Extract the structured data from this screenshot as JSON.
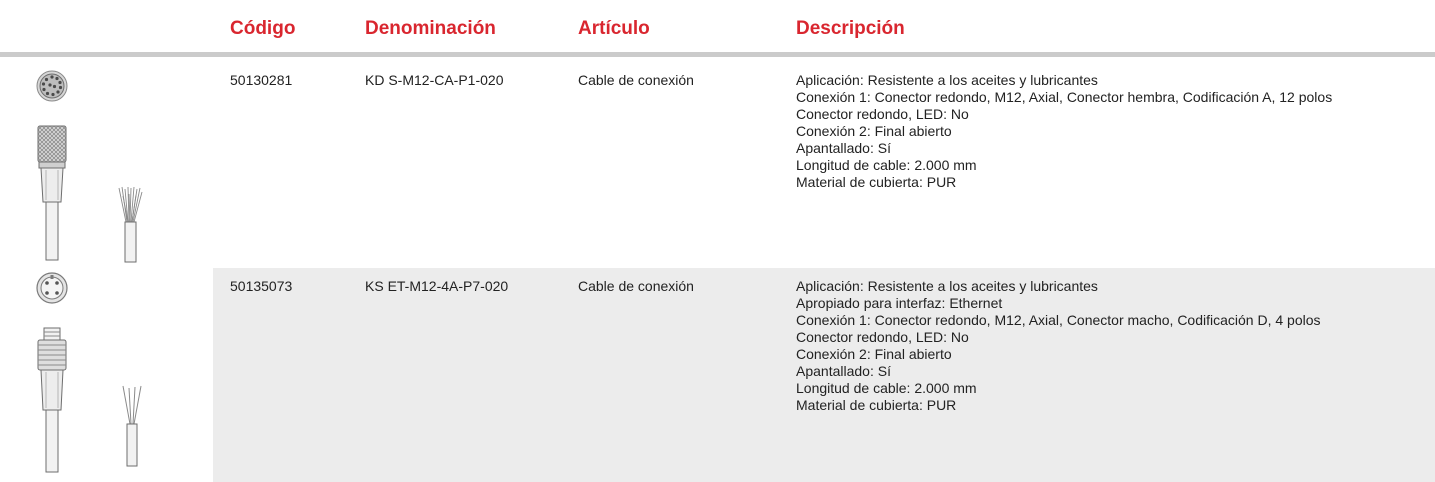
{
  "header": {
    "code": "Código",
    "name": "Denominación",
    "article": "Artículo",
    "description": "Descripción"
  },
  "colors": {
    "accent": "#d9262f",
    "rule": "#cbcbcb",
    "row_alt": "#ececec"
  },
  "rows": [
    {
      "code": "50130281",
      "name": "KD S-M12-CA-P1-020",
      "article": "Cable de conexión",
      "connector_icon": "m12-female-12pin-connector-icon",
      "cable_end_icon": "open-end-multicore-cable-icon",
      "description": [
        "Aplicación: Resistente a los aceites y lubricantes",
        "Conexión 1: Conector redondo, M12, Axial, Conector hembra, Codificación A, 12 polos",
        "Conector redondo, LED: No",
        "Conexión 2: Final abierto",
        "Apantallado: Sí",
        "Longitud de cable: 2.000 mm",
        "Material de cubierta: PUR"
      ]
    },
    {
      "code": "50135073",
      "name": "KS ET-M12-4A-P7-020",
      "article": "Cable de conexión",
      "connector_icon": "m12-male-4pin-connector-icon",
      "cable_end_icon": "open-end-4wire-cable-icon",
      "description": [
        "Aplicación: Resistente a los aceites y lubricantes",
        "Apropiado para interfaz: Ethernet",
        "Conexión 1: Conector redondo, M12, Axial, Conector macho, Codificación D, 4 polos",
        "Conector redondo, LED: No",
        "Conexión 2: Final abierto",
        "Apantallado: Sí",
        "Longitud de cable: 2.000 mm",
        "Material de cubierta: PUR"
      ]
    }
  ]
}
